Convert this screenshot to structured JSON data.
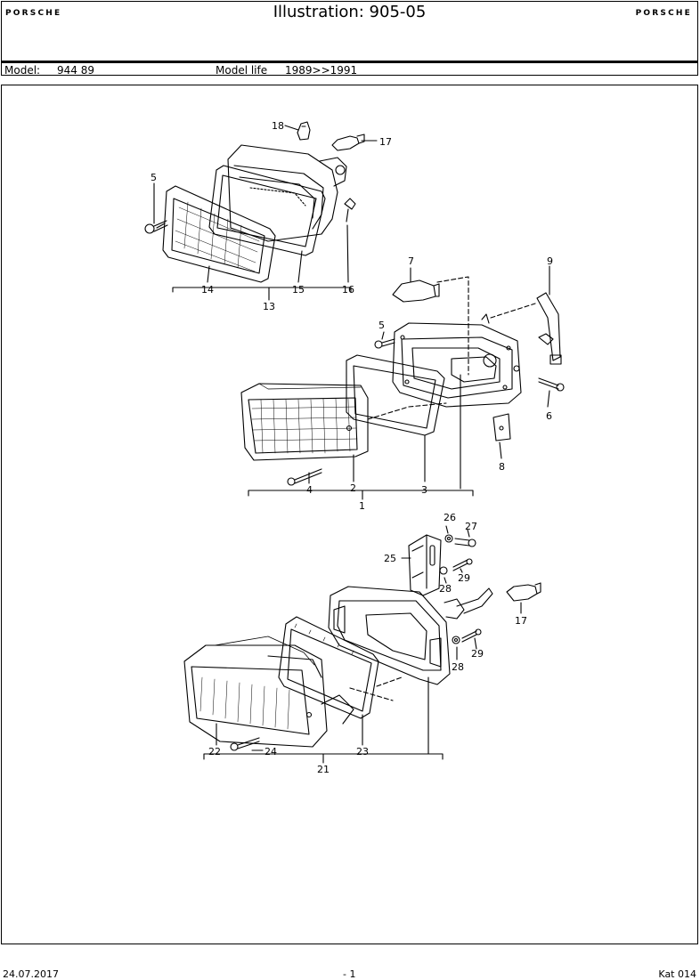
{
  "header": {
    "brand_left": "PORSCHE",
    "title": "Illustration: 905-05",
    "brand_right": "PORSCHE",
    "model_label": "Model:",
    "model_value": "944 89",
    "model_life_label": "Model life",
    "model_life_value": "1989>>1991"
  },
  "callouts": {
    "c18": "18",
    "c17a": "17",
    "c5a": "5",
    "c16": "16",
    "c15": "15",
    "c14": "14",
    "c13": "13",
    "c7": "7",
    "c9": "9",
    "c5b": "5",
    "c6": "6",
    "c8": "8",
    "c4": "4",
    "c2": "2",
    "c3": "3",
    "c1": "1",
    "c26": "26",
    "c27": "27",
    "c25": "25",
    "c29a": "29",
    "c28a": "28",
    "c17b": "17",
    "c28b": "28",
    "c29b": "29",
    "c22": "22",
    "c24": "24",
    "c23": "23",
    "c21": "21"
  },
  "footer": {
    "date": "24.07.2017",
    "page": "- 1",
    "catalog": "Kat 014"
  }
}
